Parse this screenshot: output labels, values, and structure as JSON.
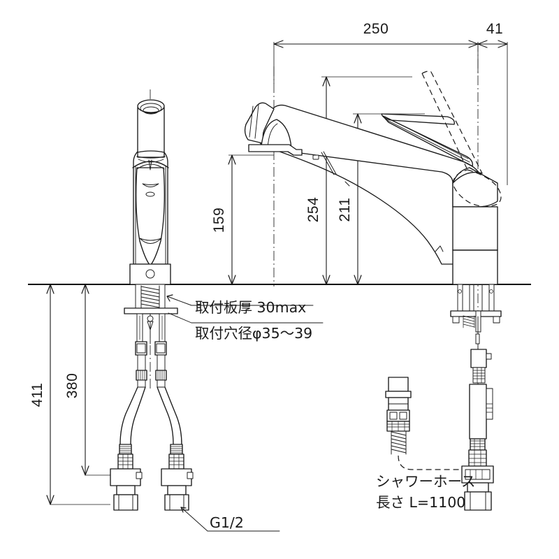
{
  "drawing": {
    "type": "mechanical-dimension-drawing",
    "subject": "single-lever pull-out shower kitchen faucet",
    "units": "mm",
    "background_color": "#ffffff",
    "line_color": "#1a1a1a"
  },
  "dimensions": {
    "horizontal": [
      {
        "id": "dim-250",
        "label": "250",
        "orientation": "horizontal"
      },
      {
        "id": "dim-41",
        "label": "41",
        "orientation": "horizontal"
      }
    ],
    "vertical": [
      {
        "id": "dim-159",
        "label": "159",
        "orientation": "vertical"
      },
      {
        "id": "dim-254",
        "label": "254",
        "orientation": "vertical"
      },
      {
        "id": "dim-211",
        "label": "211",
        "orientation": "vertical"
      },
      {
        "id": "dim-411",
        "label": "411",
        "orientation": "vertical"
      },
      {
        "id": "dim-380",
        "label": "380",
        "orientation": "vertical"
      }
    ]
  },
  "annotations": {
    "mounting_plate_thickness": "取付板厚 30max",
    "mounting_hole_diameter": "取付穴径φ35〜39",
    "shower_hose_name": "シャワーホース",
    "shower_hose_length": "長さ L=1100",
    "thread_spec": "G1/2"
  }
}
